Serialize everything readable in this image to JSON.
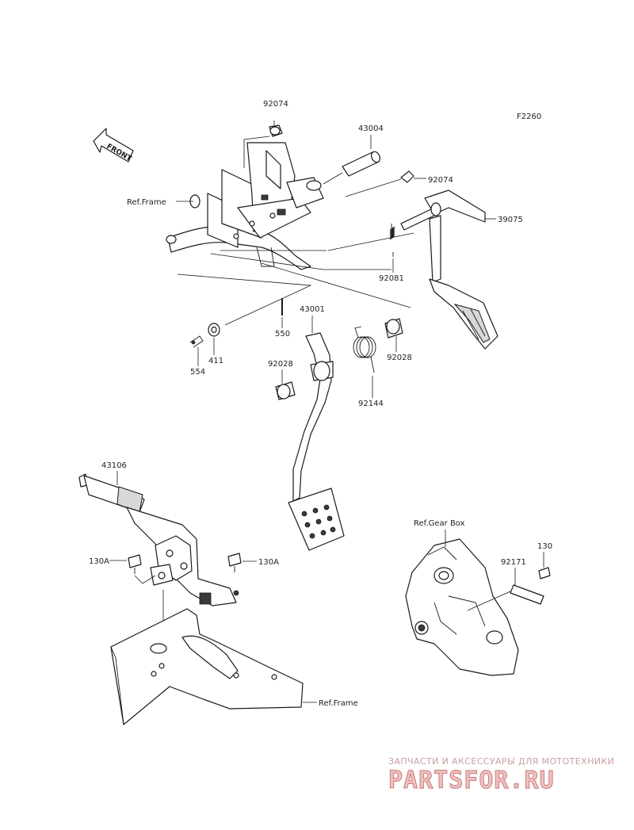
{
  "figure_code": "F2260",
  "front_marker": "FRONT",
  "callouts": {
    "p92074_top": "92074",
    "p43004": "43004",
    "p92074_right": "92074",
    "p39075": "39075",
    "ref_frame_top": "Ref.Frame",
    "p92081": "92081",
    "p550": "550",
    "p43001": "43001",
    "p411": "411",
    "p554": "554",
    "p92028_left": "92028",
    "p92028_right": "92028",
    "p92144": "92144",
    "p43106": "43106",
    "p130A_left": "130A",
    "p130A_right": "130A",
    "ref_gear_box": "Ref.Gear Box",
    "p130": "130",
    "p92171": "92171",
    "ref_frame_bottom": "Ref.Frame"
  },
  "watermark": {
    "tagline": "ЗАПЧАСТИ И АКСЕССУАРЫ ДЛЯ МОТОТЕХНИКИ",
    "brand": "PARTSFOR.RU"
  }
}
